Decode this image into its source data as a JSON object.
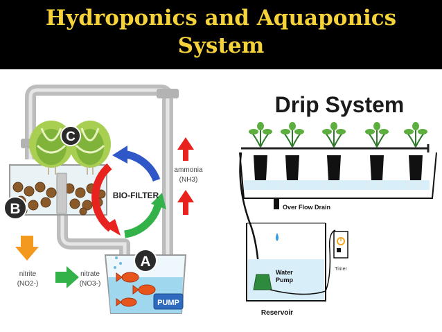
{
  "slide": {
    "title_line1": "Hydroponics and Aquaponics",
    "title_line2": "System"
  },
  "aquaponics": {
    "label_a": "A",
    "label_b": "B",
    "label_c": "C",
    "biofilter": "BIO-FILTER",
    "ammonia_line1": "ammonia",
    "ammonia_line2": "(NH3)",
    "nitrite_line1": "nitrite",
    "nitrite_line2": "(NO2-)",
    "nitrate_line1": "nitrate",
    "nitrate_line2": "(NO3-)",
    "pump": "PUMP",
    "colors": {
      "pipe": "#c9c9c9",
      "water": "#9fd8ee",
      "arrow_red": "#e8231f",
      "arrow_blue": "#2f57c8",
      "arrow_green": "#34b24a",
      "arrow_orange": "#f39a1e",
      "label_bg": "#2b2b2b",
      "pump_bg": "#2e6bbf"
    }
  },
  "drip": {
    "title": "Drip System",
    "overflow": "Over Flow Drain",
    "water_pump_line1": "Water",
    "water_pump_line2": "Pump",
    "timer": "Timer",
    "reservoir": "Reservoir",
    "colors": {
      "water": "#d8eef8",
      "pump": "#2e8b3e",
      "plant": "#5cae3e",
      "timer": "#f6a623"
    }
  }
}
